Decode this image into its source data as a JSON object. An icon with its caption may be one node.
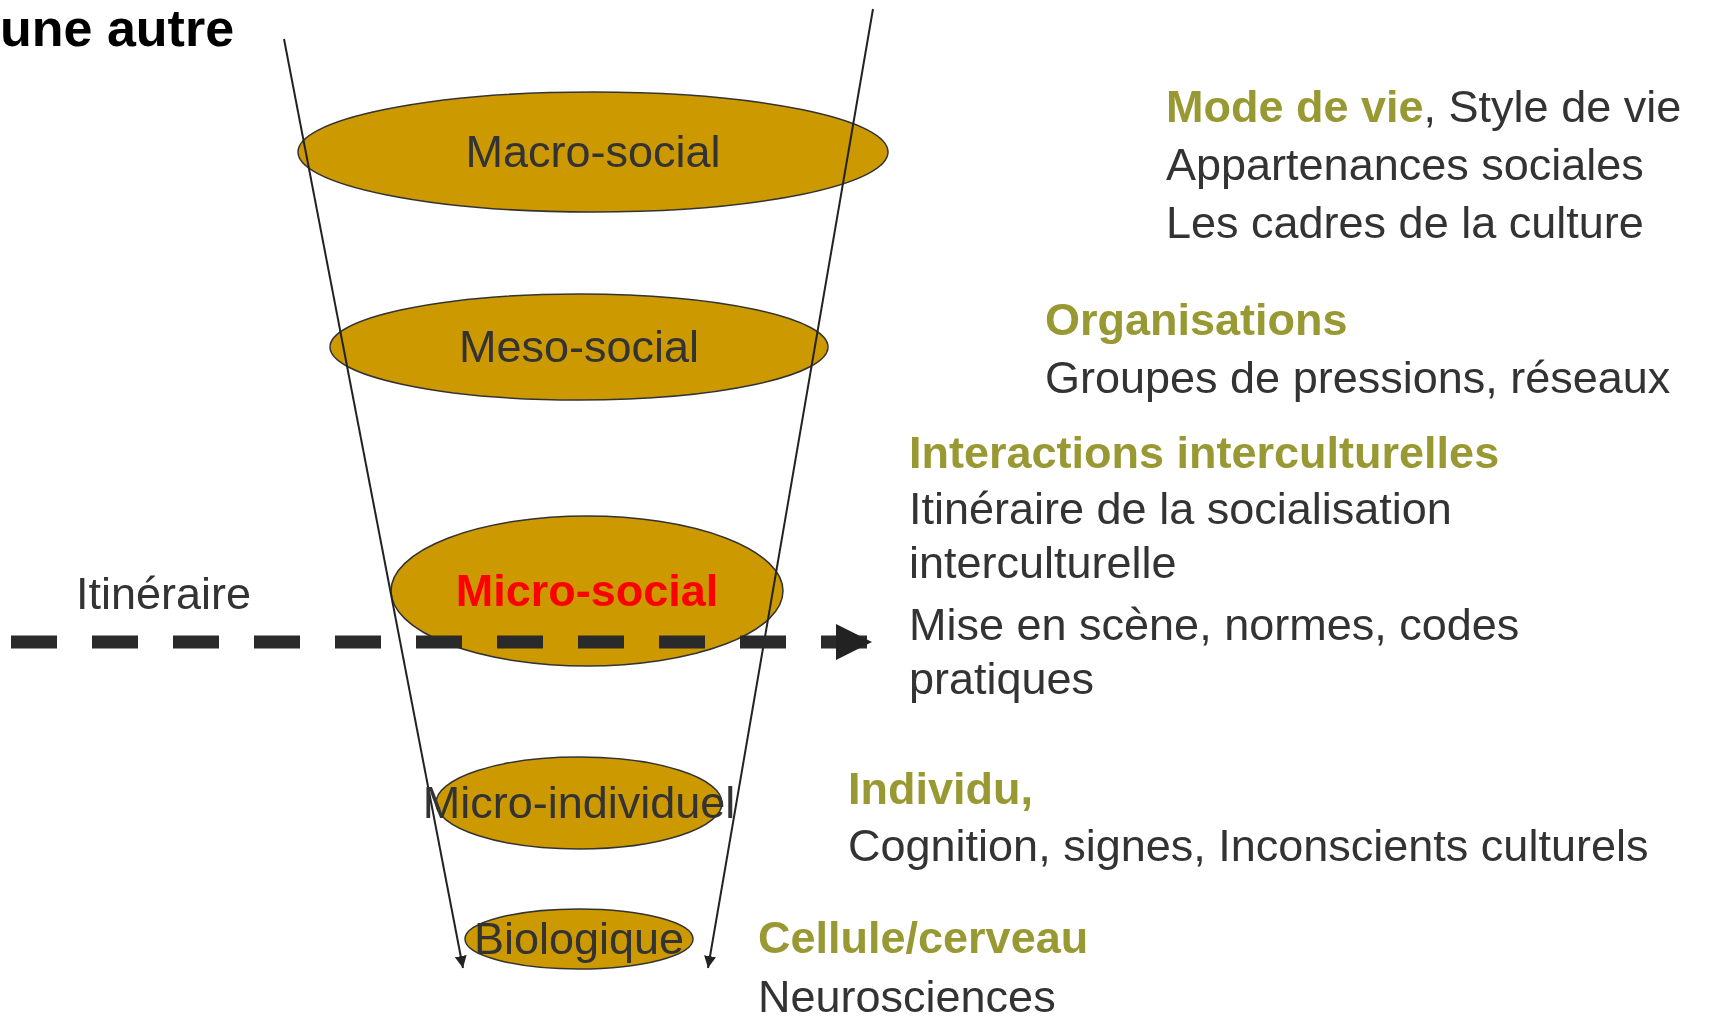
{
  "diagram": {
    "title": "une autre",
    "nodes": [
      {
        "text": [
          "Macro-social"
        ]
      },
      {
        "text": [
          "Meso-social"
        ]
      },
      {
        "text": [
          "Micro-social"
        ]
      },
      {
        "text": [
          "Micro-individuel"
        ]
      },
      {
        "text": [
          "Biologique"
        ]
      }
    ],
    "labels": [
      "Itinéraire",
      "**Mode de vie**, Style de vie",
      "Appartenances sociales",
      "Les cadres de la culture",
      "Organisations",
      "Groupes de pressions, réseaux",
      "Interactions interculturelles",
      "Itinéraire de la socialisation interculturelle",
      "Mise en scène, normes, codes pratiques",
      "Individu,",
      "Cognition, signes, Inconscients culturels",
      "Cellule/cerveau",
      "Neurosciences"
    ]
  }
}
